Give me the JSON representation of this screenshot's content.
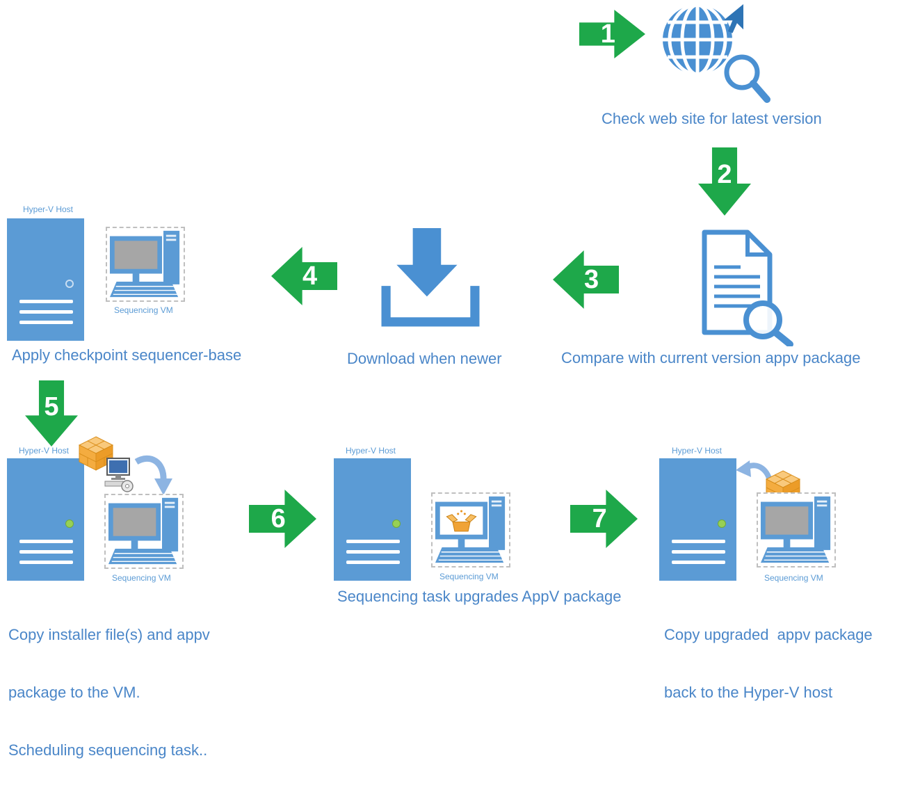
{
  "colors": {
    "arrow_green": "#1EA84A",
    "icon_blue": "#4A90D2",
    "server_blue": "#5B9BD5",
    "caption_blue": "#4A86C8",
    "screen_gray": "#A6A6A6",
    "package_orange": "#F0A336",
    "status_dot_green": "#97D055"
  },
  "labels": {
    "hyperv_host": "Hyper-V Host",
    "sequencing_vm": "Sequencing VM"
  },
  "steps": {
    "step1": {
      "number": "1",
      "caption": "Check web site for latest version"
    },
    "step2": {
      "number": "2",
      "caption": "Compare with current version appv package"
    },
    "step3": {
      "number": "3",
      "caption": "Download when newer"
    },
    "step4": {
      "number": "4",
      "caption": "Apply checkpoint sequencer-base"
    },
    "step5": {
      "number": "5",
      "lines": [
        "Copy installer file(s) and appv",
        "package to the VM.",
        "Scheduling sequencing task.."
      ]
    },
    "step6": {
      "number": "6",
      "caption": "Sequencing task upgrades AppV package"
    },
    "step7": {
      "number": "7",
      "lines": [
        "Copy upgraded  appv package",
        "back to the Hyper-V host"
      ]
    }
  }
}
